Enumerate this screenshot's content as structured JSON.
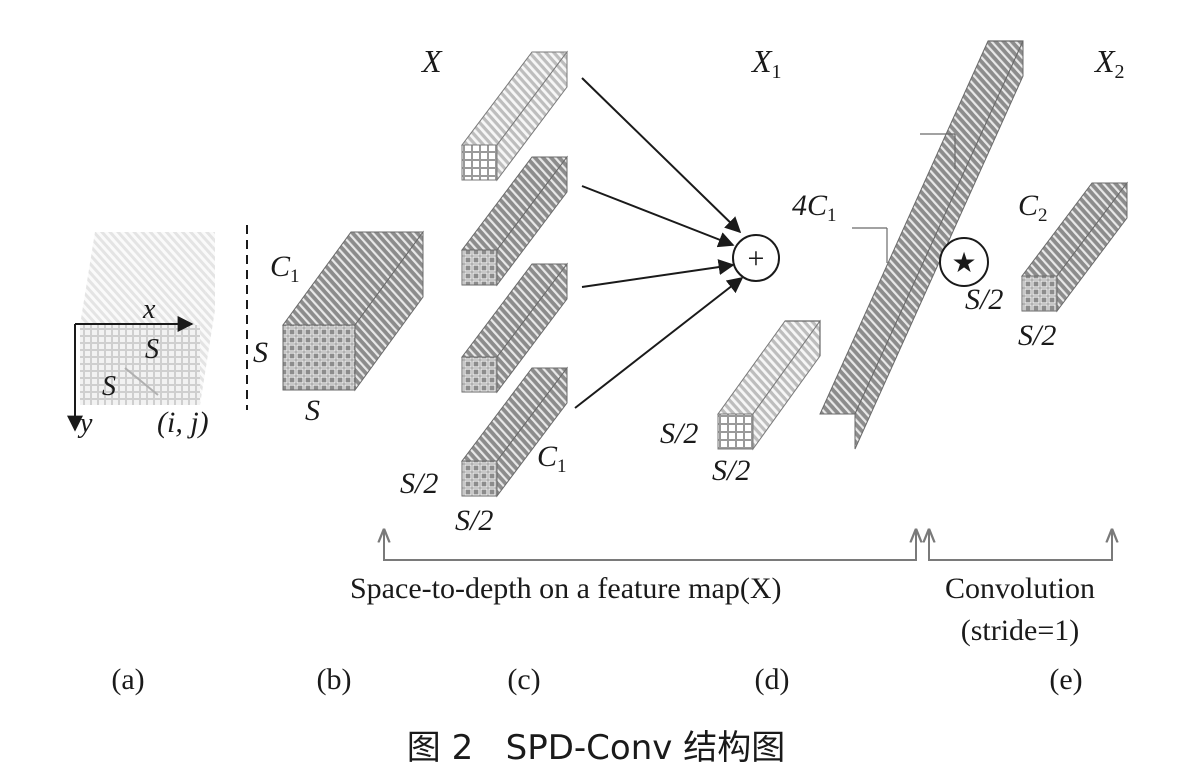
{
  "labels": {
    "X": "X",
    "X1_base": "X",
    "X1_sub": "1",
    "X2_base": "X",
    "X2_sub": "2",
    "a_x": "x",
    "a_y": "y",
    "a_S_top": "S",
    "a_S_left": "S",
    "a_ij": "(i, j)",
    "b_C_base": "C",
    "b_C_sub": "1",
    "b_S_left": "S",
    "b_S_bottom": "S",
    "c_C_base": "C",
    "c_C_sub": "1",
    "c_S2_left": "S/2",
    "c_S2_bottom": "S/2",
    "plus": "+",
    "d_4C_base": "4C",
    "d_4C_sub": "1",
    "d_S2_left": "S/2",
    "d_S2_bottom": "S/2",
    "e_C_base": "C",
    "e_C_sub": "2",
    "e_S2_left": "S/2",
    "e_S2_bottom": "S/2",
    "star": "★"
  },
  "brackets": {
    "space_to_depth": "Space-to-depth on a feature map(X)",
    "convolution_line1": "Convolution",
    "convolution_line2": "(stride=1)"
  },
  "panels": [
    "(a)",
    "(b)",
    "(c)",
    "(d)",
    "(e)"
  ],
  "caption": "图 2   SPD-Conv 结构图",
  "colors": {
    "gray_fill": "#8c8c8c",
    "light_fill": "#dedede",
    "line": "#1a1a1a",
    "bracket": "#7a7a7a"
  }
}
